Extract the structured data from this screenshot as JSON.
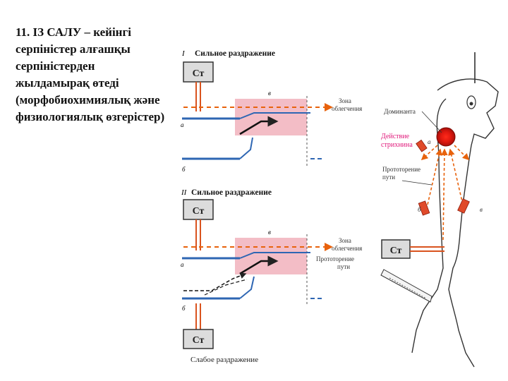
{
  "slide": {
    "text_lines": [
      "11. ІЗ САЛУ – кейінгі",
      "серпіністер алғашқы",
      "серпіністерден",
      "жылдамырақ өтеді",
      "(морфобиохимиялық және",
      "физиологиялық өзгерістер)"
    ]
  },
  "figure": {
    "panel1": {
      "roman": "I",
      "title": "Сильное раздражение",
      "box": "Ст",
      "label_v": "в",
      "label_a": "а",
      "label_b": "б",
      "zone": [
        "Зона",
        "облегчения"
      ]
    },
    "panel2": {
      "roman": "II",
      "title": "Сильное раздражение",
      "box_top": "Ст",
      "box_bottom": "Ст",
      "label_v": "в",
      "label_a": "а",
      "label_b": "б",
      "zone": [
        "Зона",
        "облегчения"
      ],
      "paths": [
        "Прототорение",
        "пути"
      ],
      "weak": "Слабое раздражение"
    },
    "frog": {
      "dominant": "Доминанта",
      "action": [
        "Действие",
        "стрихнина"
      ],
      "paths": [
        "Прототорение",
        "пути"
      ],
      "box": "Ст",
      "label_a": "а",
      "label_b": "б",
      "label_v": "в"
    }
  }
}
